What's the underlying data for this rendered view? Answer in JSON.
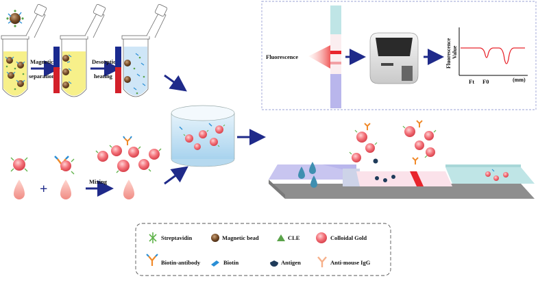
{
  "labels": {
    "magnetic_separation_line1": "Magnetic",
    "magnetic_separation_line2": "separation",
    "desorption_line1": "Desorption",
    "desorption_line2": "heating",
    "mixing": "Mixing",
    "plus": "+",
    "fluorescence": "Fluorescence",
    "ft": "Ft",
    "f0": "F0",
    "mm": "(mm)",
    "y_axis_line1": "Fluorescence",
    "y_axis_line2": "Value"
  },
  "legend": {
    "items": [
      {
        "label": "Streptavidin",
        "icon": "streptavidin-icon"
      },
      {
        "label": "Magnetic bead",
        "icon": "magnetic-bead-icon"
      },
      {
        "label": "CLE",
        "icon": "cle-icon"
      },
      {
        "label": "Colloidal Gold",
        "icon": "colloidal-gold-icon"
      },
      {
        "label": "Biotin-antibody",
        "icon": "biotin-antibody-icon"
      },
      {
        "label": "Biotin",
        "icon": "biotin-icon"
      },
      {
        "label": "Antigen",
        "icon": "antigen-icon"
      },
      {
        "label": "Anti-mouse IgG",
        "icon": "anti-mouse-igg-icon"
      }
    ]
  },
  "colors": {
    "arrow": "#1f2a8a",
    "tube_yellow": "#f7f08a",
    "tube_blue": "#cfe6f7",
    "gold": "#f3727a",
    "strip_purple": "#b9b6ec",
    "strip_teal": "#bfe5e6",
    "test_line": "#e8242c",
    "legend_border": "#555555",
    "panel_border": "#9aa0d6"
  }
}
